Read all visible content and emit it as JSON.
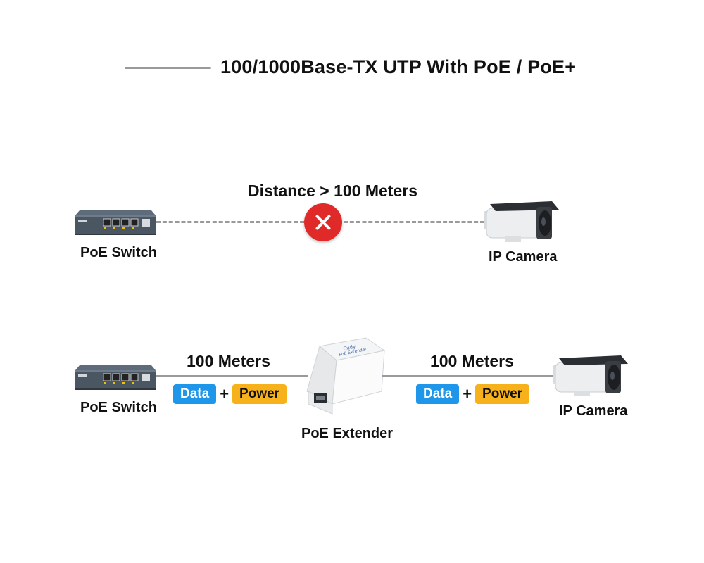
{
  "title": "100/1000Base-TX UTP With PoE / PoE+",
  "top_row": {
    "switch_label": "PoE Switch",
    "distance_label": "Distance > 100 Meters",
    "camera_label": "IP Camera",
    "blocked_icon": "x-circle-icon"
  },
  "bottom_row": {
    "switch_label": "PoE Switch",
    "left_segment": {
      "meters": "100 Meters",
      "data": "Data",
      "plus": "+",
      "power": "Power"
    },
    "extender_label": "PoE Extender",
    "extender_brand": "Cudy",
    "extender_model": "PoE Extender",
    "right_segment": {
      "meters": "100 Meters",
      "data": "Data",
      "plus": "+",
      "power": "Power"
    },
    "camera_label": "IP Camera"
  },
  "colors": {
    "line": "#9a9a9a",
    "data_tag": "#1e96ea",
    "power_tag": "#f7b21b",
    "blocked": "#e02a2a"
  }
}
